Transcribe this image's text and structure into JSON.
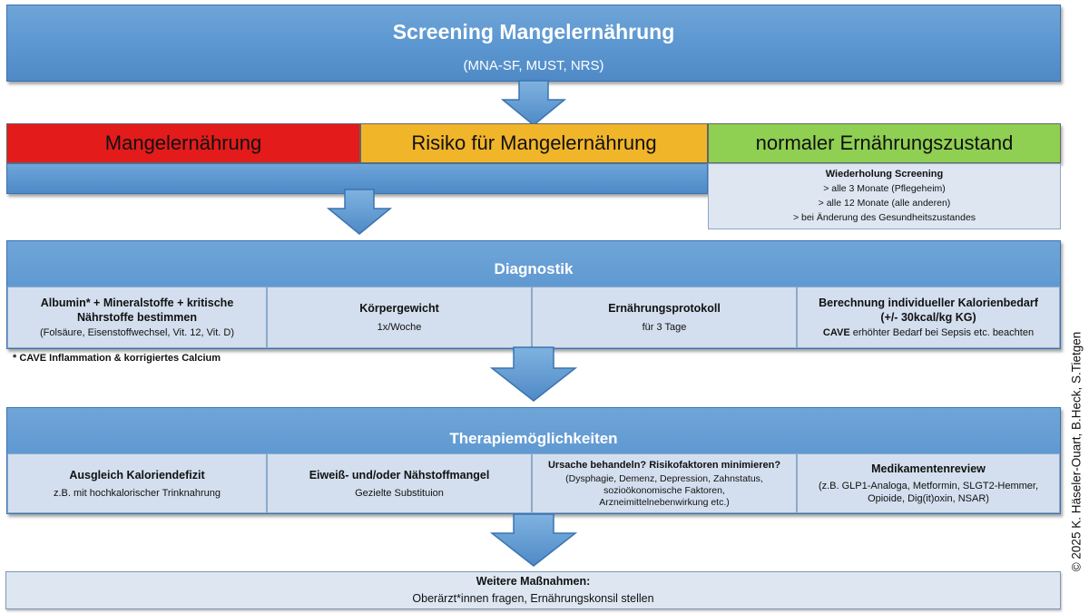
{
  "screening": {
    "title": "Screening Mangelernährung",
    "subtitle": "(MNA-SF, MUST, NRS)"
  },
  "categories": {
    "malnutrition": {
      "label": "Mangelernährung",
      "color": "#e31b1b"
    },
    "risk": {
      "label": "Risiko für Mangelernährung",
      "color": "#f1b52a"
    },
    "normal": {
      "label": "normaler Ernährungszustand",
      "color": "#8fcf52"
    }
  },
  "repeat": {
    "title": "Wiederholung Screening",
    "lines": [
      "> alle 3 Monate (Pflegeheim)",
      "> alle 12 Monate (alle anderen)",
      "> bei Änderung des Gesundheitszustandes"
    ]
  },
  "diagnostik": {
    "title": "Diagnostik",
    "cards": [
      {
        "title": "Albumin* + Mineralstoffe + kritische Nährstoffe bestimmen",
        "sub": "(Folsäure, Eisenstoffwechsel, Vit. 12, Vit. D)"
      },
      {
        "title": "Körpergewicht",
        "sub": "1x/Woche"
      },
      {
        "title": "Ernährungsprotokoll",
        "sub": "für 3 Tage"
      },
      {
        "title": "Berechnung individueller Kalorienbedarf (+/- 30kcal/kg KG)",
        "sub_bold": "CAVE",
        "sub": " erhöhter Bedarf bei Sepsis etc. beachten"
      }
    ],
    "footnote": "* CAVE Inflammation & korrigiertes Calcium"
  },
  "therapie": {
    "title": "Therapiemöglichkeiten",
    "cards": [
      {
        "title": "Ausgleich Kaloriendefizit",
        "sub": "z.B. mit hochkalorischer Trinknahrung"
      },
      {
        "title": "Eiweiß- und/oder Nähstoffmangel",
        "sub": "Gezielte Substituion"
      },
      {
        "title": "Ursache behandeln? Risikofaktoren minimieren?",
        "sub": "(Dysphagie, Demenz, Depression, Zahnstatus, sozioökonomische Faktoren, Arzneimittelnebenwirkung etc.)"
      },
      {
        "title": "Medikamentenreview",
        "sub": "(z.B. GLP1-Analoga, Metformin, SLGT2-Hemmer, Opioide, Dig(it)oxin, NSAR)"
      }
    ]
  },
  "weitere": {
    "title": "Weitere Maßnahmen:",
    "text": "Oberärzt*innen fragen, Ernährungskonsil stellen"
  },
  "credit": "© 2025   K. Häseler-Ouart, B.Heck, S.Tietgen"
}
